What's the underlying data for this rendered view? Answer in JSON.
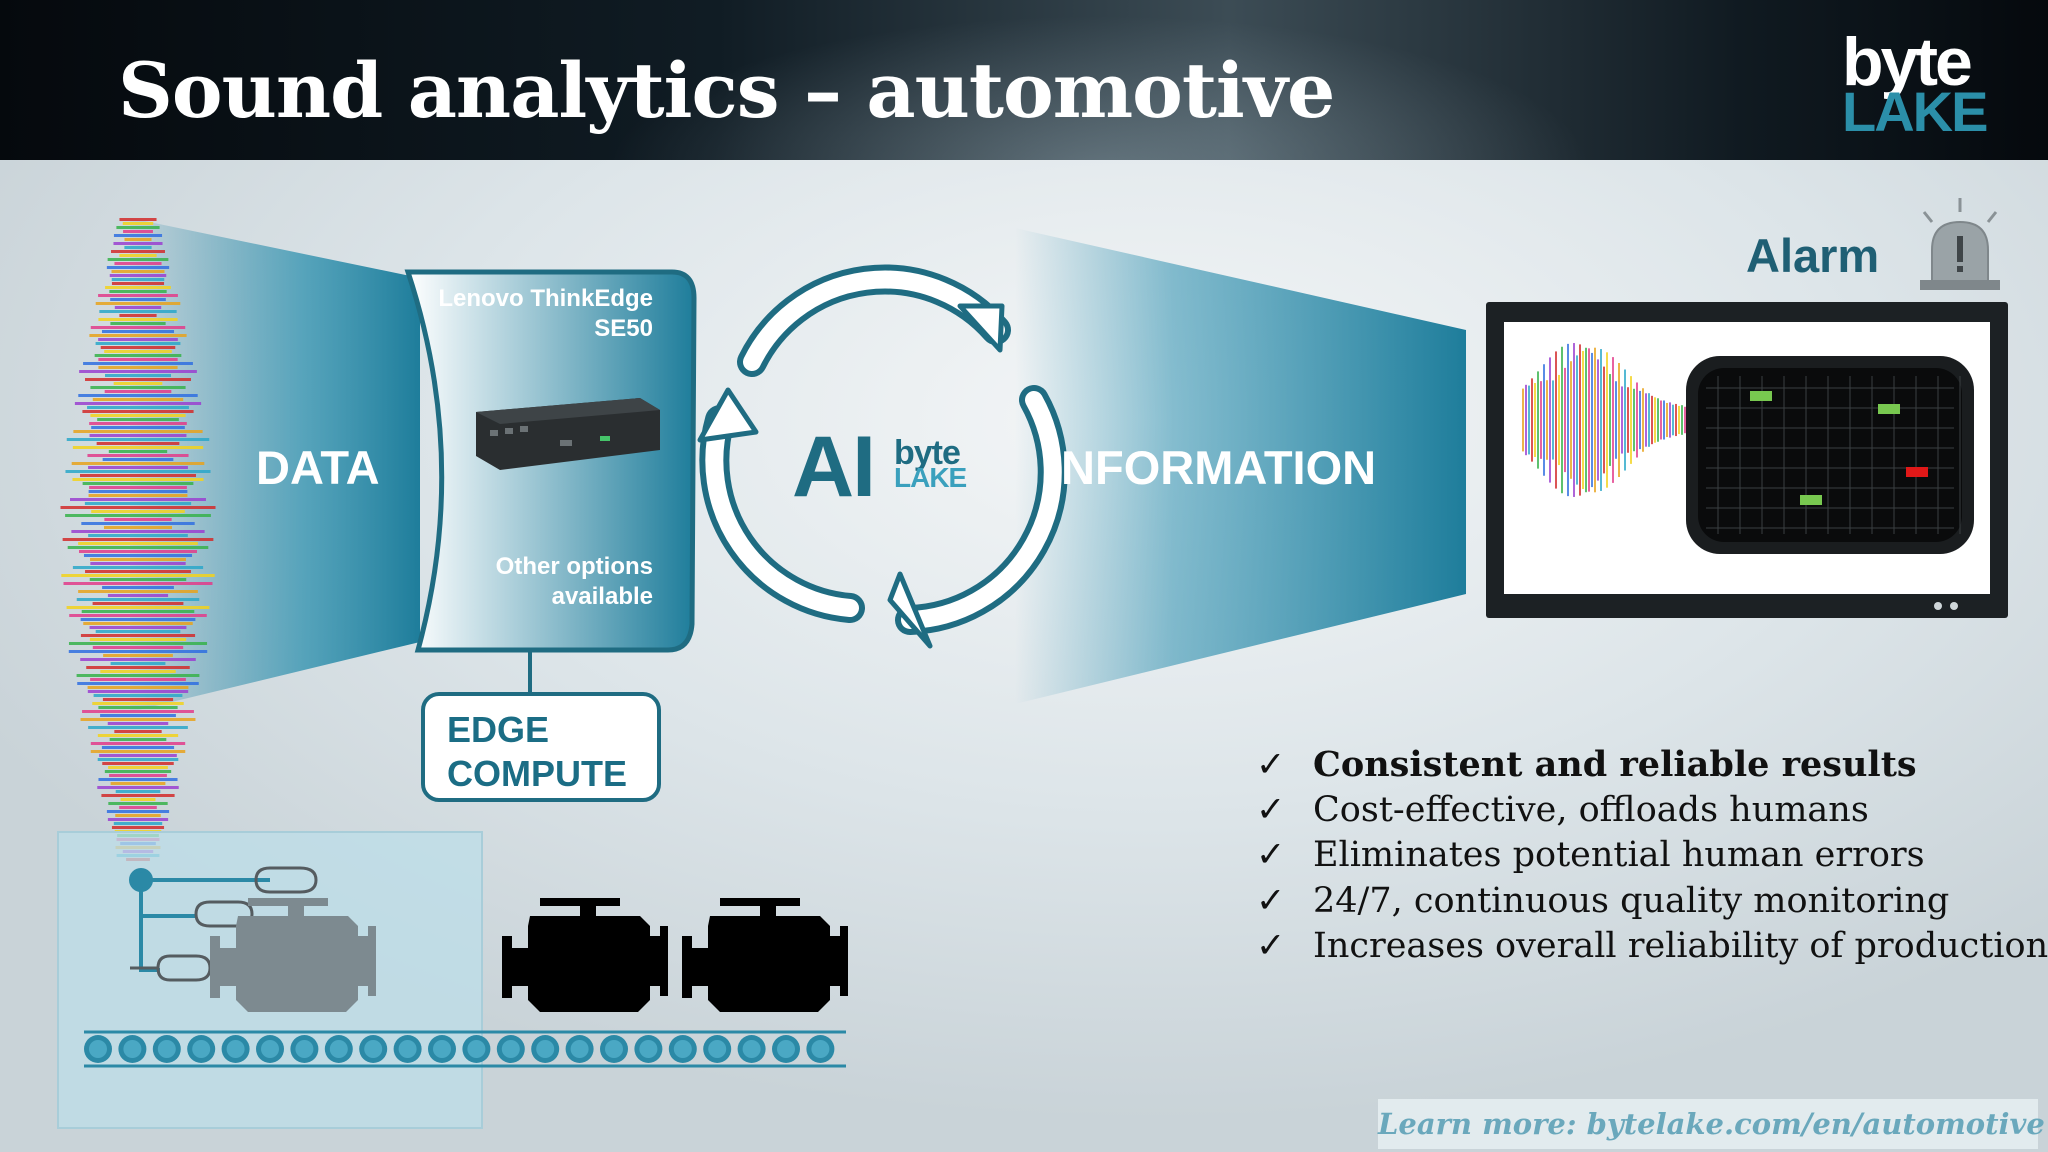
{
  "slide": {
    "title": "Sound analytics – automotive",
    "logo": {
      "line1": "byte",
      "line2": "LAKE"
    },
    "ai_logo": {
      "ai": "AI",
      "line1": "byte",
      "line2": "LAKE"
    }
  },
  "diagram": {
    "data_label": "DATA",
    "information_label": "INFORMATION",
    "alarm_label": "Alarm",
    "device_name": "Lenovo ThinkEdge SE50",
    "device_other": "Other options available",
    "edge_compute": "EDGE COMPUTE"
  },
  "benefits": [
    "Consistent and reliable results",
    "Cost-effective, offloads humans",
    "Eliminates potential human errors",
    "24/7, continuous quality monitoring",
    "Increases overall reliability of production"
  ],
  "check_symbol": "✓",
  "footer": {
    "learn_more": "Learn more: bytelake.com/en/automotive"
  },
  "colors": {
    "teal": "#1f6c82",
    "light_teal": "#3aa0bd",
    "accent": "#2b8fa9",
    "alarm_red": "#e01818",
    "ok_green": "#78c850"
  }
}
